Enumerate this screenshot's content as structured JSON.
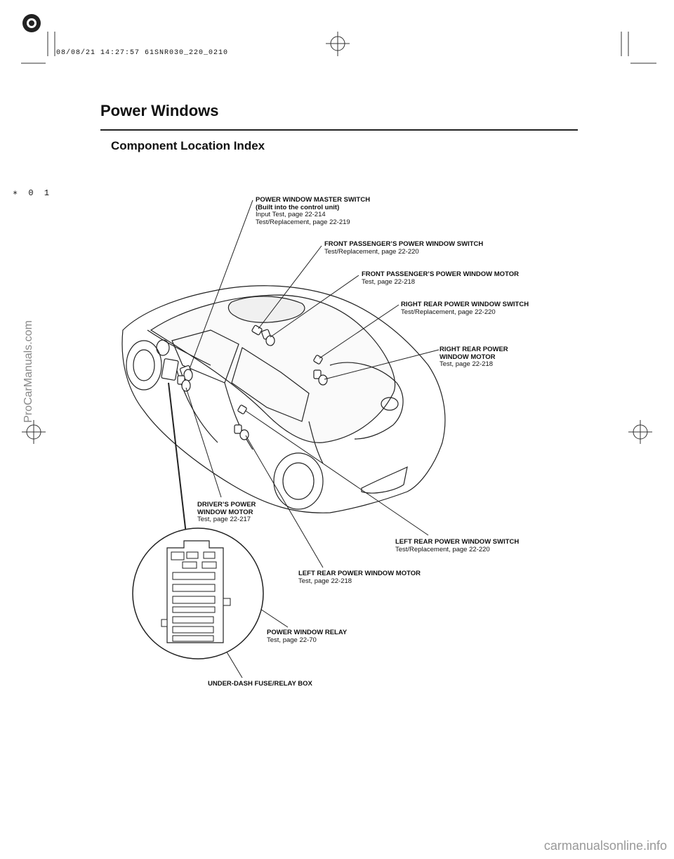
{
  "header": {
    "stamp": "08/08/21 14:27:57 61SNR030_220_0210",
    "page_mark": "∗ 0 1",
    "title": "Power Windows",
    "subtitle": "Component Location Index"
  },
  "callouts": {
    "master_switch": {
      "h1": "POWER WINDOW MASTER SWITCH",
      "h2": "(Built into the control unit)",
      "r1": "Input Test, page 22-214",
      "r2": "Test/Replacement, page 22-219"
    },
    "front_pass_switch": {
      "h1": "FRONT PASSENGER’S POWER WINDOW SWITCH",
      "r1": "Test/Replacement, page 22-220"
    },
    "front_pass_motor": {
      "h1": "FRONT PASSENGER’S POWER WINDOW MOTOR",
      "r1": "Test, page 22-218"
    },
    "right_rear_switch": {
      "h1": "RIGHT REAR POWER WINDOW SWITCH",
      "r1": "Test/Replacement, page 22-220"
    },
    "right_rear_motor": {
      "h1": "RIGHT REAR POWER",
      "h2": "WINDOW MOTOR",
      "r1": "Test, page 22-218"
    },
    "driver_motor": {
      "h1": "DRIVER’S POWER",
      "h2": "WINDOW MOTOR",
      "r1": "Test, page 22-217"
    },
    "left_rear_switch": {
      "h1": "LEFT REAR POWER WINDOW SWITCH",
      "r1": "Test/Replacement, page 22-220"
    },
    "left_rear_motor": {
      "h1": "LEFT REAR POWER WINDOW MOTOR",
      "r1": "Test, page 22-218"
    },
    "relay": {
      "h1": "POWER WINDOW RELAY",
      "r1": "Test, page 22-70"
    },
    "fuse_box": {
      "h1": "UNDER-DASH FUSE/RELAY BOX"
    }
  },
  "watermarks": {
    "left": "ProCarManuals.com",
    "bottom": "carmanualsonline.info"
  }
}
